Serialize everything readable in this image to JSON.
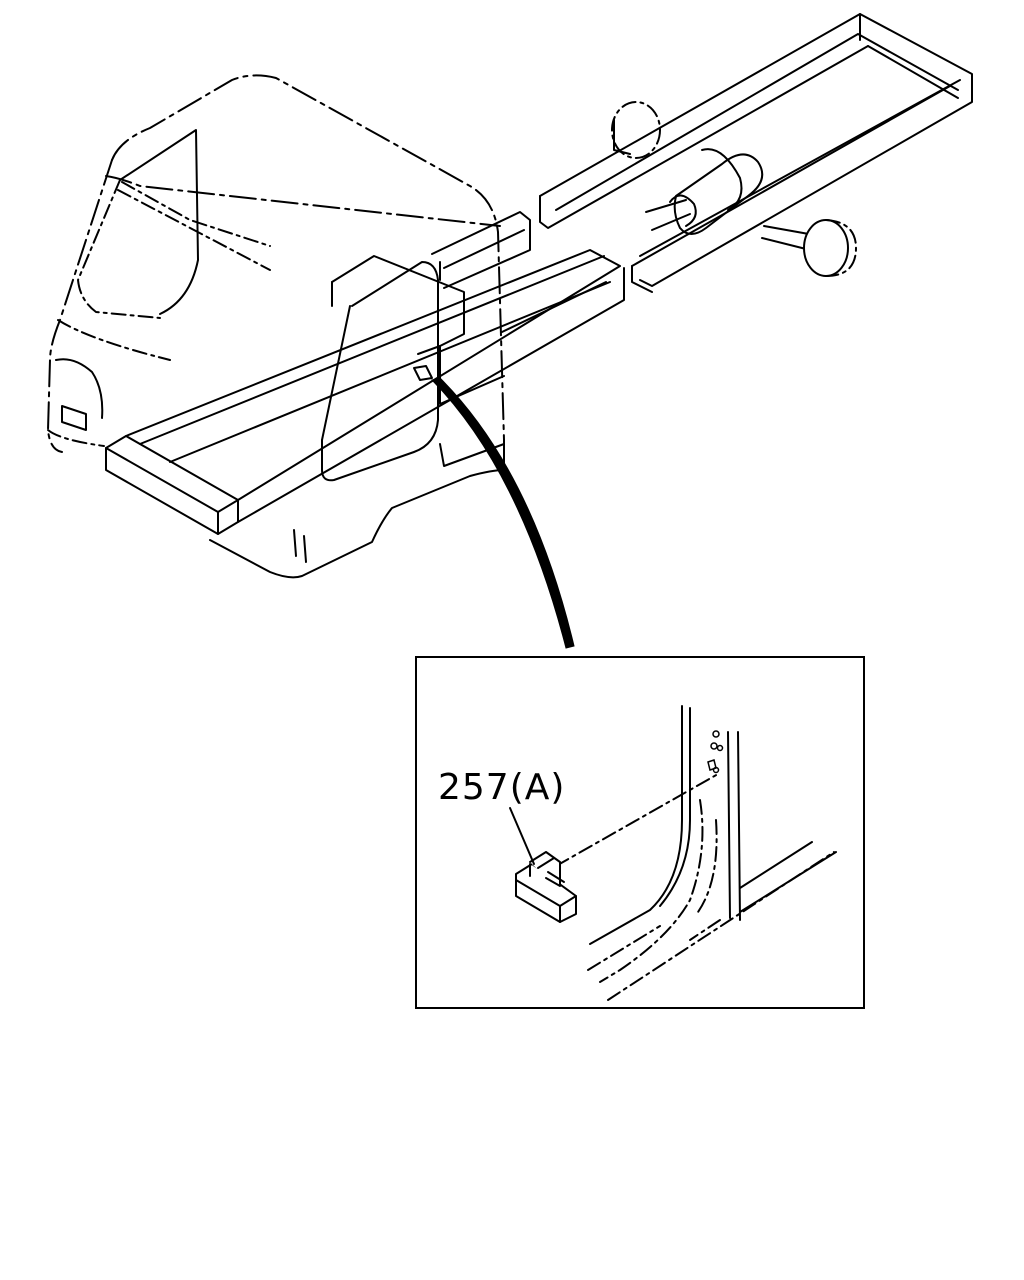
{
  "callout": {
    "part_label": "257(A)"
  },
  "icons": [
    "truck-cab-outline",
    "chassis-frame",
    "detail-inset",
    "stopper-part"
  ]
}
